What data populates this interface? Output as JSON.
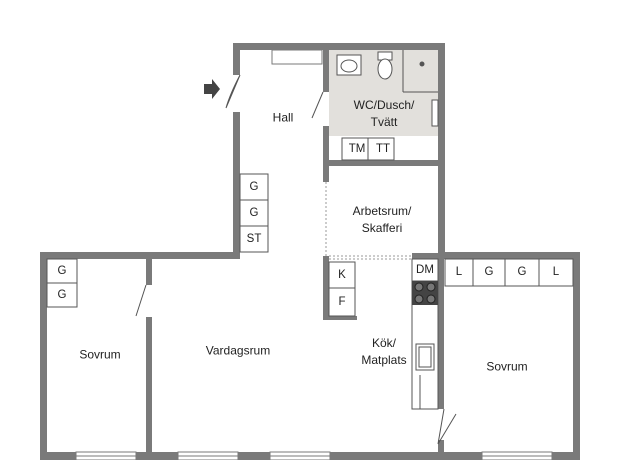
{
  "floorplan": {
    "rooms": {
      "hall": "Hall",
      "wc": "WC/Dusch/\nTvätt",
      "work": "Arbetsrum/\nSkafferi",
      "bed_left": "Sovrum",
      "living": "Vardagsrum",
      "kitchen": "Kök/\nMatplats",
      "bed_right": "Sovrum"
    },
    "closets": {
      "hall": [
        "G",
        "G",
        "ST"
      ],
      "left_bedroom": [
        "G",
        "G"
      ],
      "kitchen": [
        "K",
        "F"
      ],
      "right_bedroom": [
        "L",
        "G",
        "G",
        "L"
      ],
      "laundry": [
        "TM",
        "TT"
      ],
      "dishwasher": "DM"
    },
    "colors": {
      "wall": "#7a7a7a",
      "bath_floor": "#e2e0dc",
      "cabinet_stroke": "#555555",
      "stove": "#444444"
    }
  }
}
